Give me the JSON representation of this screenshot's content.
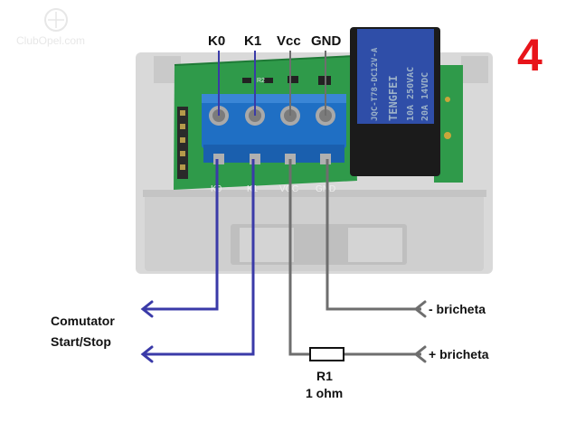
{
  "figure_number": "4",
  "watermark": "ClubOpel.com",
  "pin_labels": {
    "k0": "K0",
    "k1": "K1",
    "vcc": "Vcc",
    "gnd": "GND"
  },
  "silk_labels": {
    "k0": "K0",
    "k1": "K1",
    "vcc": "VCC",
    "gnd": "GND",
    "r2": "R2"
  },
  "relay": {
    "brand": "TENGFEI",
    "line1": "10A 250VAC",
    "line2": "20A 14VDC",
    "model": "JQC-T78-DC12V-A"
  },
  "connections": {
    "switch_label_line1": "Comutator",
    "switch_label_line2": "Start/Stop",
    "minus_label": "- bricheta",
    "plus_label": "+ bricheta"
  },
  "resistor": {
    "name": "R1",
    "value": "1 ohm"
  },
  "colors": {
    "wire_k": "#3a3aa8",
    "wire_power": "#6e6e6e",
    "figure_number": "#e8141a",
    "pcb": "#2f9a4a",
    "terminal_block": "#1f6fc4",
    "relay_body": "#1b1b1b",
    "relay_label": "#2f4ea8",
    "housing": "#dcdcdc"
  }
}
